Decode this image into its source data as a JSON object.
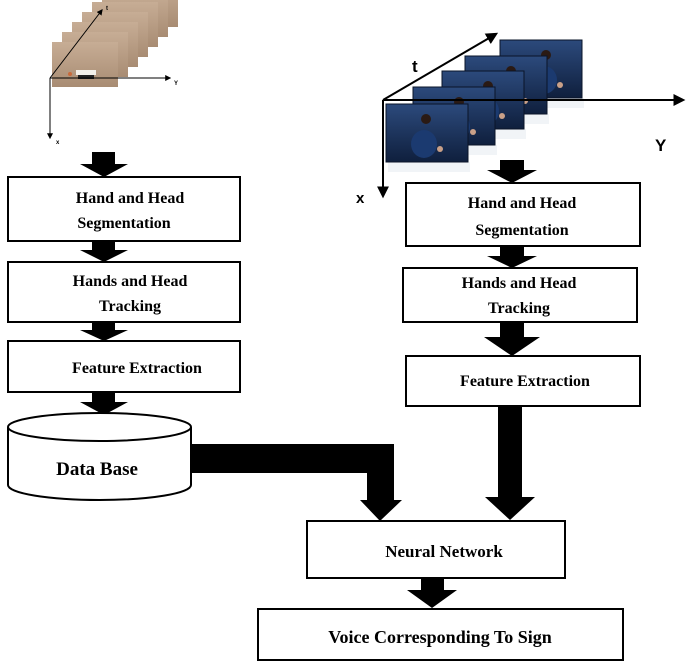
{
  "diagram": {
    "type": "flowchart",
    "colors": {
      "stroke": "#000000",
      "fill": "#ffffff",
      "left_frames": "#b59a80",
      "right_frames": "#1e3560"
    },
    "left_input": {
      "description": "stack of video frames of a person signing (training input)",
      "axes": {
        "t": "t",
        "y": "Y",
        "x": "x"
      }
    },
    "right_input": {
      "description": "stack of video frames of a person signing (test input)",
      "axes": {
        "t": "t",
        "y": "Y",
        "x": "x"
      }
    },
    "left_pipeline": [
      {
        "lines": [
          "Hand and Head",
          "Segmentation"
        ]
      },
      {
        "lines": [
          "Hands and Head",
          "Tracking"
        ]
      },
      {
        "lines": [
          "Feature Extraction"
        ]
      }
    ],
    "database": {
      "label": "Data Base"
    },
    "right_pipeline": [
      {
        "lines": [
          "Hand and Head",
          "Segmentation"
        ]
      },
      {
        "lines": [
          "Hands and Head",
          "Tracking"
        ]
      },
      {
        "lines": [
          "Feature Extraction"
        ]
      }
    ],
    "classifier": {
      "label": "Neural Network"
    },
    "output": {
      "label": "Voice Corresponding To Sign"
    }
  }
}
